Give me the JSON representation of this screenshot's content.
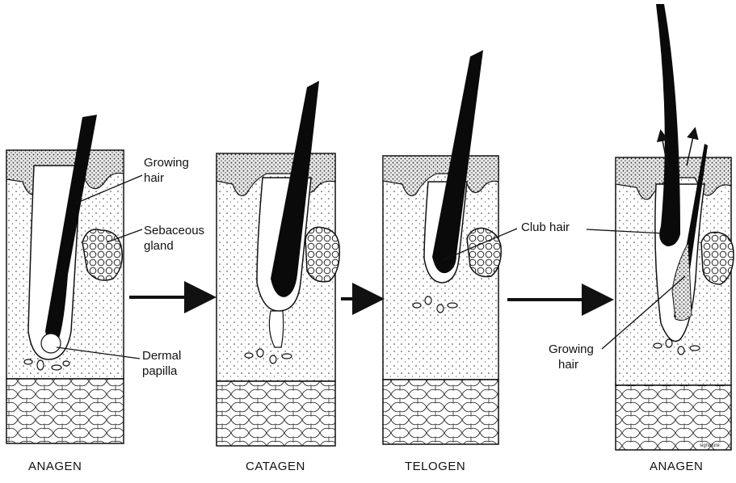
{
  "stages": [
    {
      "name": "ANAGEN"
    },
    {
      "name": "CATAGEN"
    },
    {
      "name": "TELOGEN"
    },
    {
      "name": "ANAGEN"
    }
  ],
  "labels": {
    "growing_hair_1": "Growing",
    "growing_hair_2": "hair",
    "sebaceous_1": "Sebaceous",
    "sebaceous_2": "gland",
    "dermal_1": "Dermal",
    "dermal_2": "papilla",
    "club_hair": "Club hair",
    "growing_hair2_1": "Growing",
    "growing_hair2_2": "hair"
  },
  "colors": {
    "ink": "#111111",
    "hair": "#0a0a0a",
    "epidermis_fill": "#e9e9e9",
    "dermis_fill": "#fbfbfb"
  }
}
